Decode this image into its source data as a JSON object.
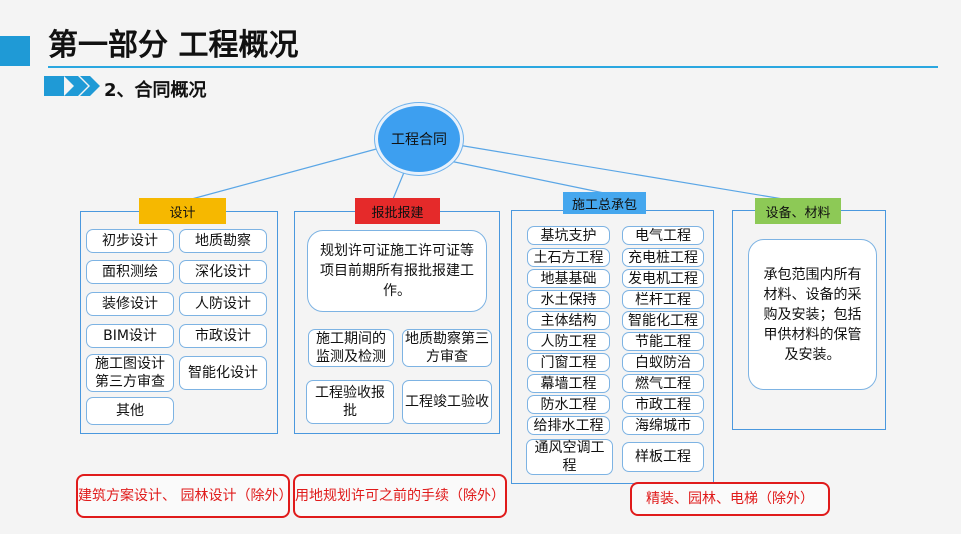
{
  "header": {
    "title": "第一部分 工程概况",
    "section_title": "2、合同概况"
  },
  "root": {
    "label": "工程合同"
  },
  "groups": [
    {
      "label": "设计",
      "label_color": "#f6b800",
      "items": [
        "初步设计",
        "地质勘察",
        "面积测绘",
        "深化设计",
        "装修设计",
        "人防设计",
        "BIM设计",
        "市政设计",
        "施工图设计第三方审查",
        "智能化设计",
        "其他"
      ]
    },
    {
      "label": "报批报建",
      "label_color": "#e52a2a",
      "main_text": "规划许可证施工许可证等项目前期所有报批报建工作。",
      "items": [
        "施工期间的监测及检测",
        "地质勘察第三方审查",
        "工程验收报批",
        "工程竣工验收"
      ]
    },
    {
      "label": "施工总承包",
      "label_color": "#45a7ee",
      "items_left": [
        "基坑支护",
        "土石方工程",
        "地基基础",
        "水土保持",
        "主体结构",
        "人防工程",
        "门窗工程",
        "幕墙工程",
        "防水工程",
        "给排水工程",
        "通风空调工程"
      ],
      "items_right": [
        "电气工程",
        "充电桩工程",
        "发电机工程",
        "栏杆工程",
        "智能化工程",
        "节能工程",
        "白蚁防治",
        "燃气工程",
        "市政工程",
        "海绵城市",
        "样板工程"
      ]
    },
    {
      "label": "设备、材料",
      "label_color": "#8dc956",
      "main_text": "承包范围内所有材料、设备的采购及安装；包括甲供材料的保管及安装。"
    }
  ],
  "exclusions": [
    {
      "text": "建筑方案设计、 园林设计（除外）"
    },
    {
      "text": "用地规划许可之前的手续（除外）"
    },
    {
      "text": "精装、园林、电梯（除外）"
    }
  ],
  "colors": {
    "accent": "#1f9ad6",
    "border": "#4a98de",
    "exclusion": "#e01b1b"
  }
}
